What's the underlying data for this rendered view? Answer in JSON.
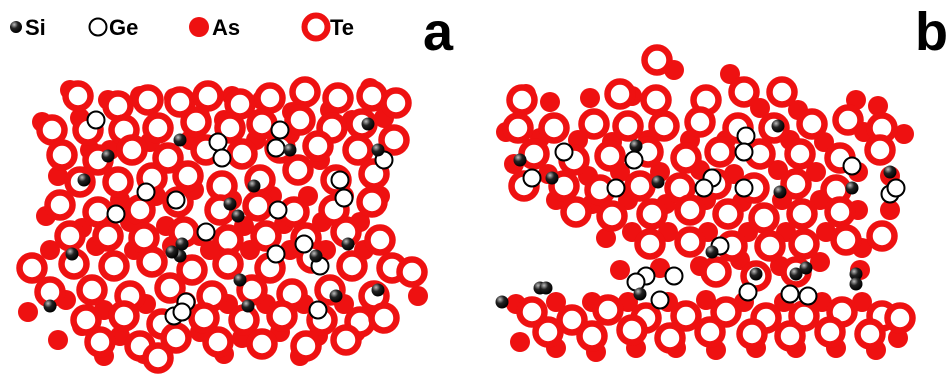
{
  "legend": {
    "items": [
      {
        "key": "si",
        "label": "Si",
        "style": "small-black-sphere"
      },
      {
        "key": "ge",
        "label": "Ge",
        "style": "black-open-ring"
      },
      {
        "key": "as",
        "label": "As",
        "style": "red-filled-disc"
      },
      {
        "key": "te",
        "label": "Te",
        "style": "red-thick-ring"
      }
    ]
  },
  "panels": {
    "a": {
      "label": "a"
    },
    "b": {
      "label": "b"
    }
  },
  "colors": {
    "si": "#111111",
    "ge_stroke": "#000000",
    "as": "#ee1111",
    "te": "#ee1111",
    "background": "#ffffff"
  },
  "icons": [
    "si-atom-icon",
    "ge-atom-icon",
    "as-atom-icon",
    "te-atom-icon"
  ]
}
